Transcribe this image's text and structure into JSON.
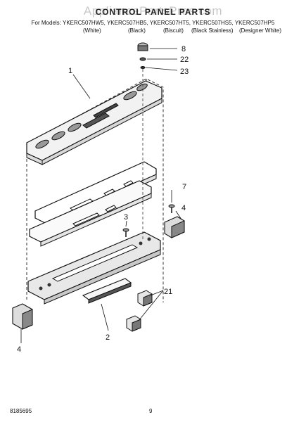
{
  "watermark": "AppliancePartsPros.com",
  "title": "CONTROL PANEL PARTS",
  "models_line": "For Models: YKERC507HW5, YKERC507HB5, YKERC507HT5, YKERC507HS5, YKERC507HP5",
  "variants": [
    "(White)",
    "(Black)",
    "(Biscuit)",
    "(Black Stainless)",
    "(Designer White)"
  ],
  "callouts": {
    "c1": "1",
    "c2": "2",
    "c3": "3",
    "c4_right": "4",
    "c4_left": "4",
    "c7": "7",
    "c8": "8",
    "c21": "21",
    "c22": "22",
    "c23": "23"
  },
  "footer": {
    "doc_number": "8185695",
    "page": "9"
  }
}
